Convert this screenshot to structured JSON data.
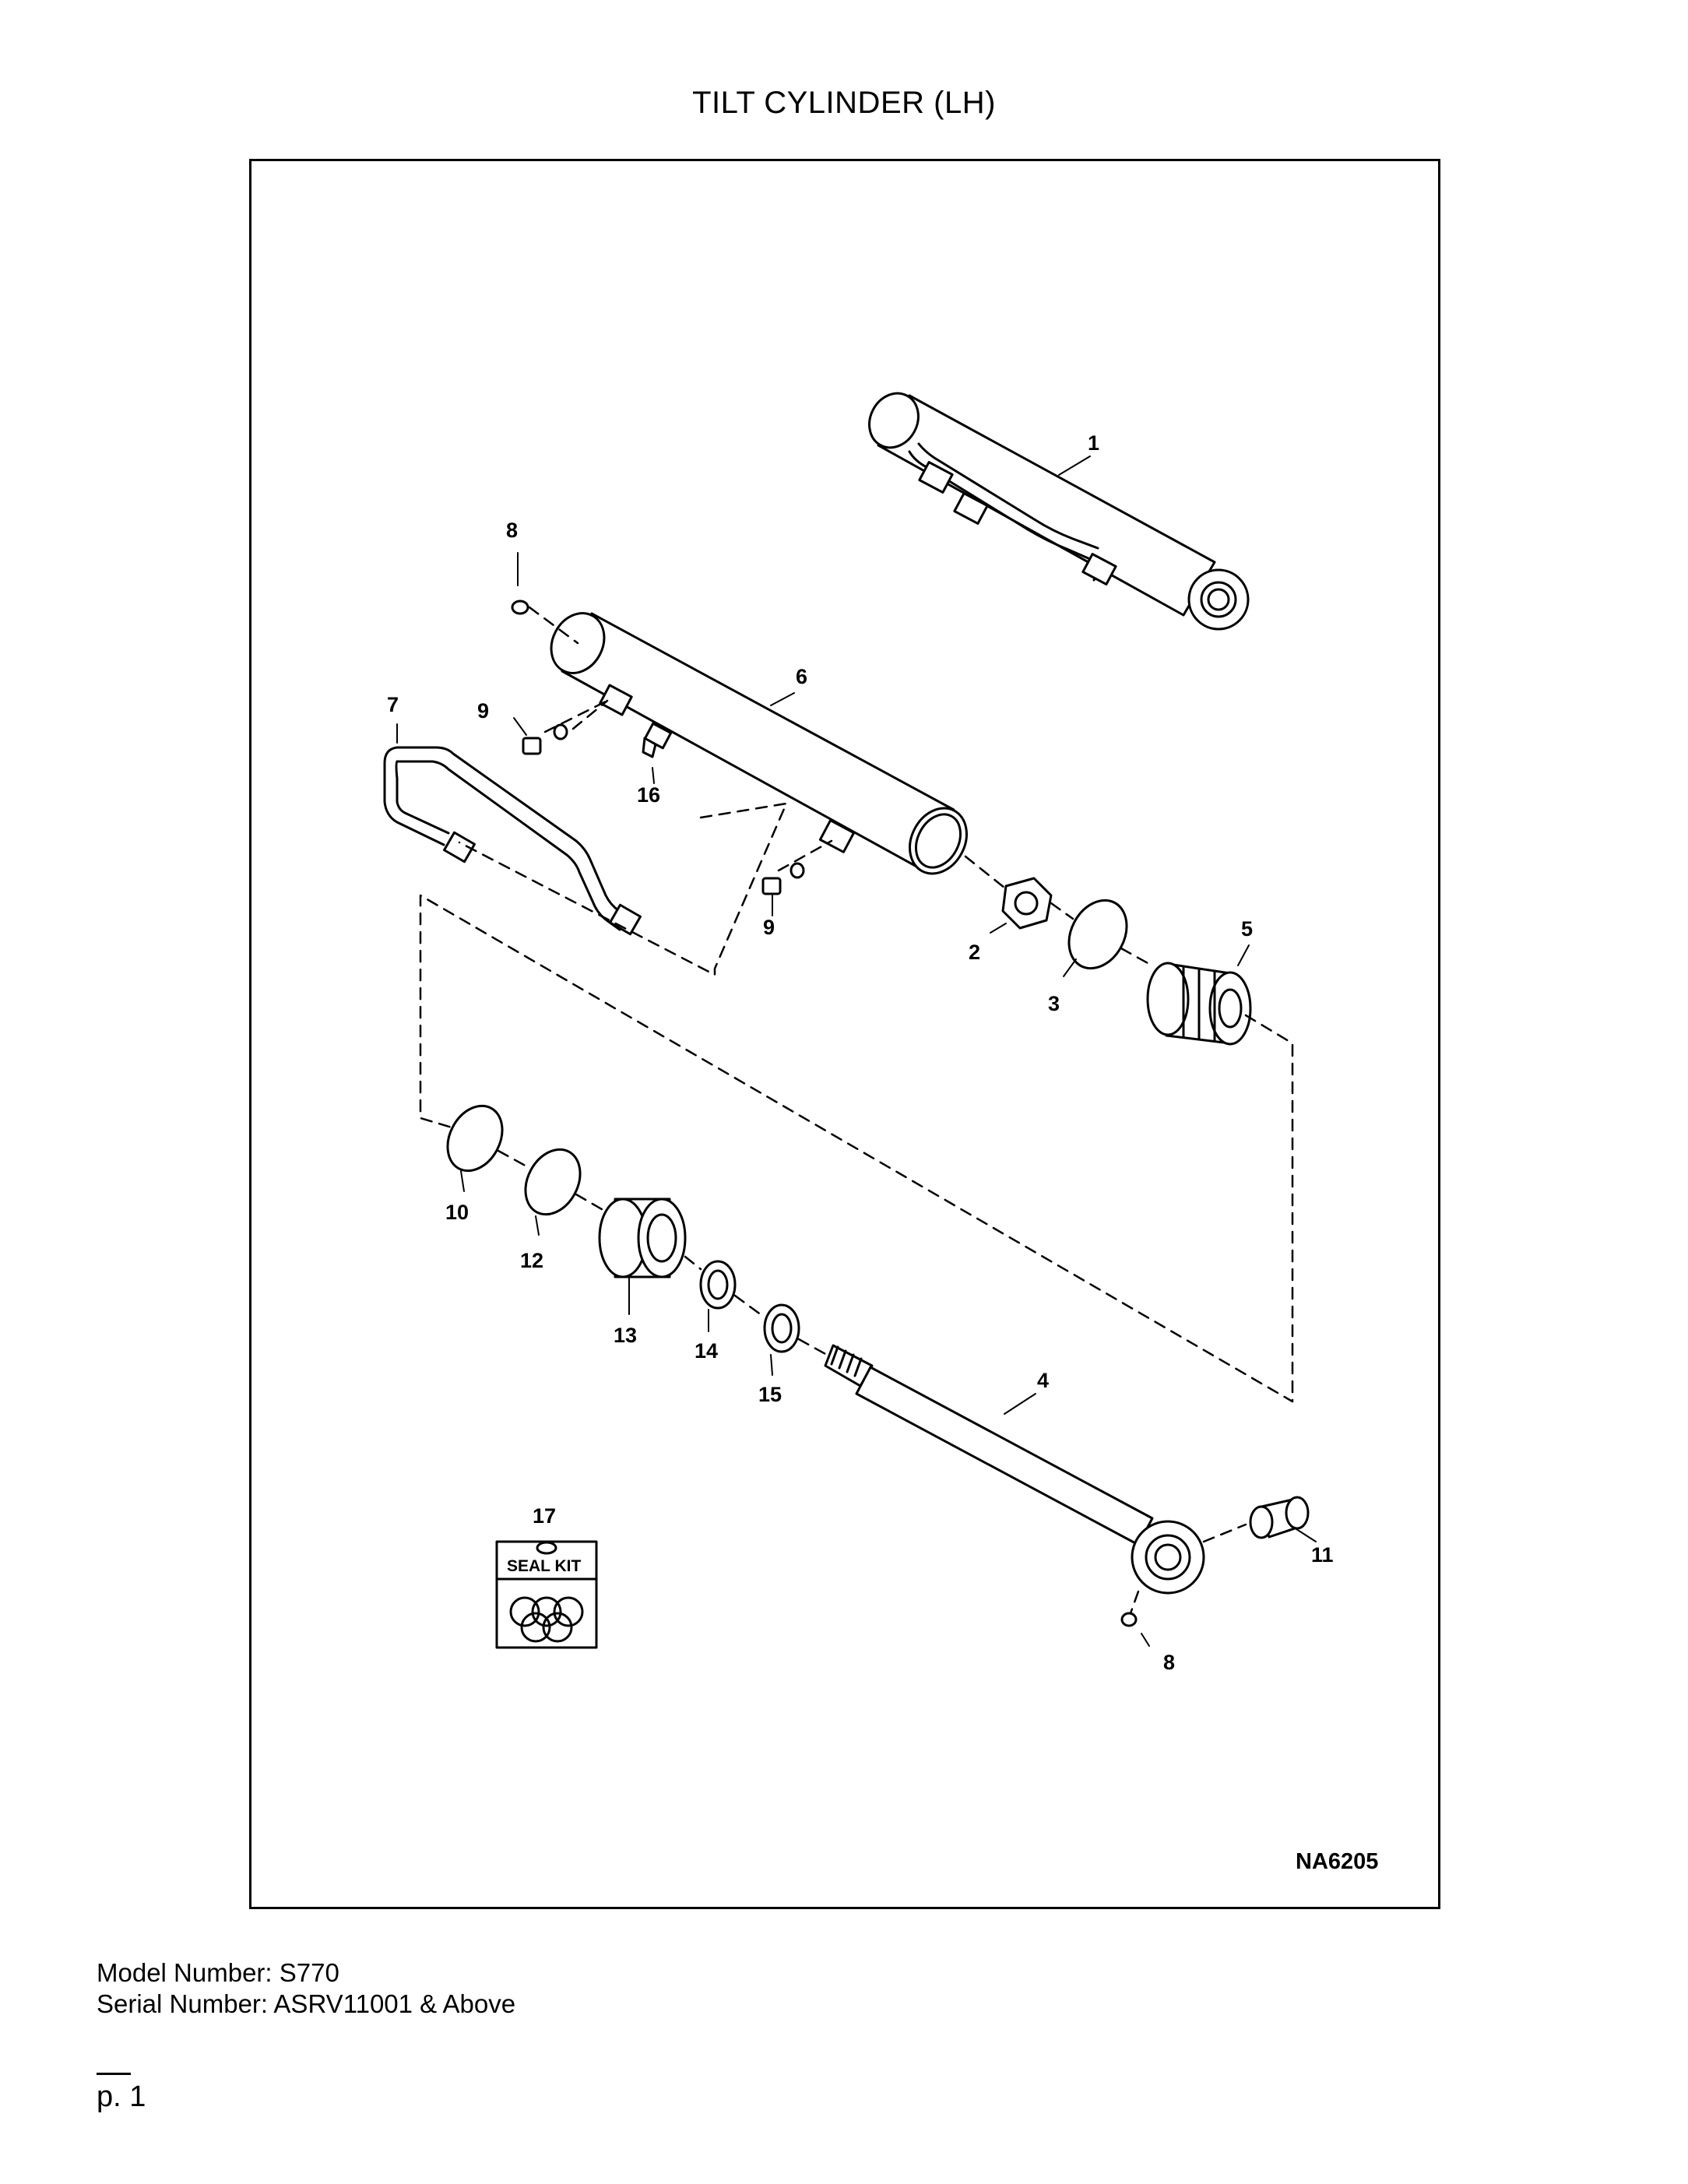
{
  "page": {
    "title": "TILT CYLINDER (LH)",
    "drawing_id": "NA6205",
    "model_line": "Model Number: S770",
    "serial_line": "Serial Number: ASRV11001 & Above",
    "page_number": "p. 1"
  },
  "callouts": [
    "1",
    "2",
    "3",
    "4",
    "5",
    "6",
    "7",
    "8",
    "9",
    "10",
    "11",
    "12",
    "13",
    "14",
    "15",
    "16",
    "17",
    "8",
    "9"
  ],
  "seal_kit": {
    "label": "SEAL KIT"
  }
}
